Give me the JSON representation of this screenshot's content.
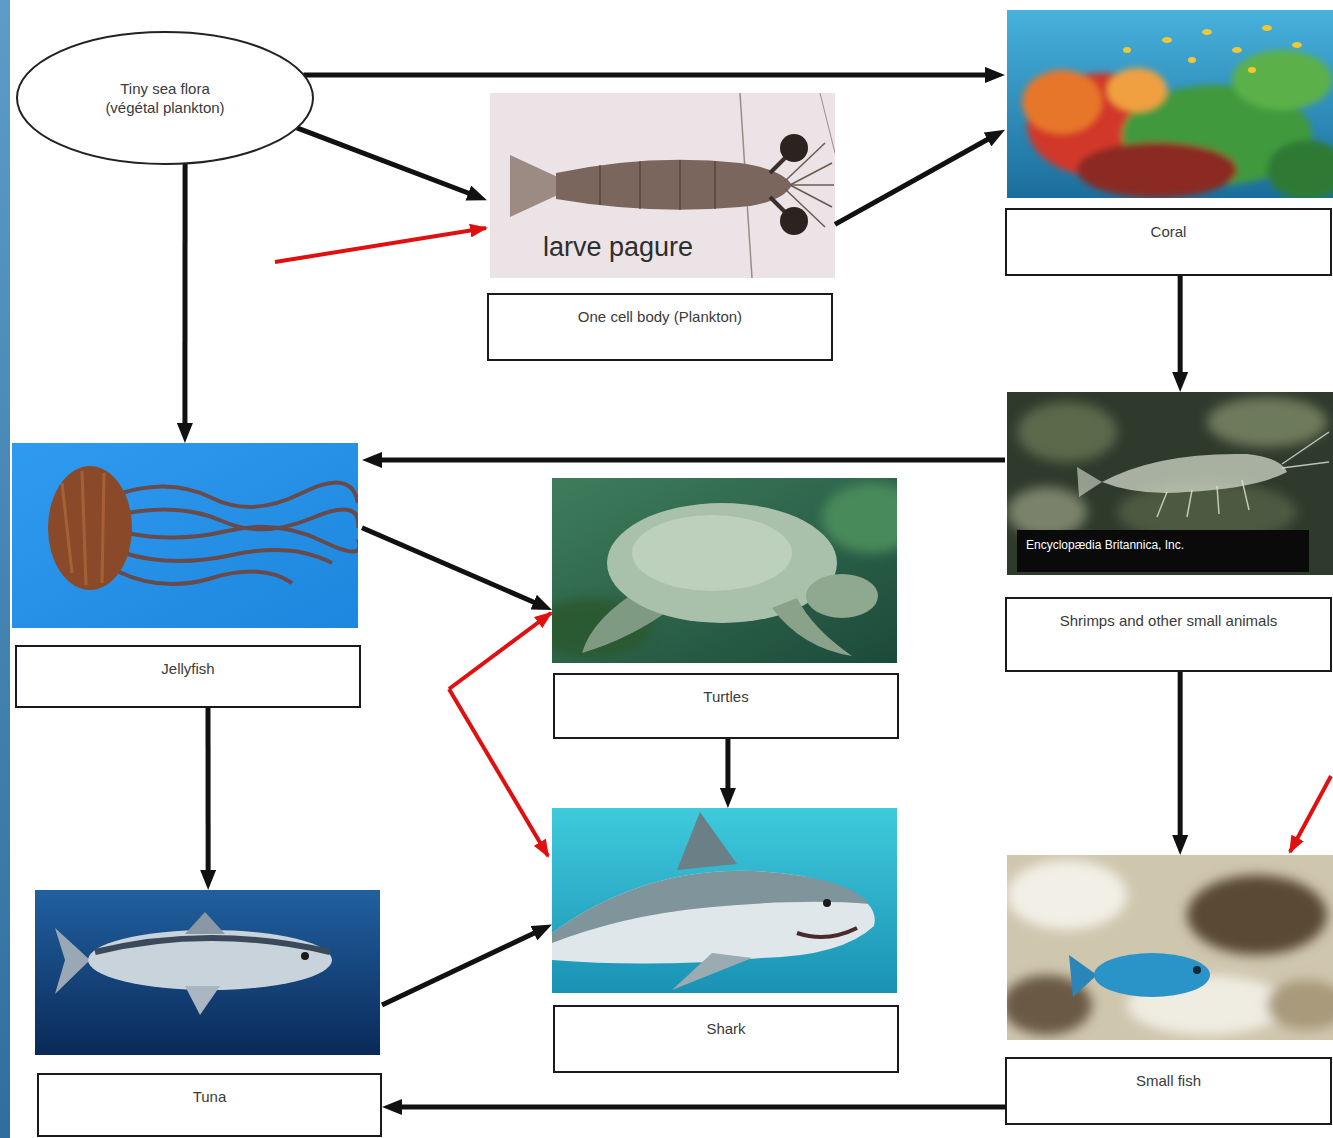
{
  "diagram": {
    "nodes": [
      {
        "text": [
          "Tiny sea flora (végétal plankton)"
        ]
      },
      {
        "text": [
          "One cell body (Plankton)"
        ]
      },
      {
        "text": [
          "Coral"
        ]
      },
      {
        "text": [
          "Shrimps and other small animals"
        ]
      },
      {
        "text": [
          "Jellyfish"
        ]
      },
      {
        "text": [
          "Turtles"
        ]
      },
      {
        "text": [
          "Shark"
        ]
      },
      {
        "text": [
          "Small fish"
        ]
      },
      {
        "text": [
          "Tuna"
        ]
      }
    ],
    "edges": [
      {
        "from": 0,
        "to": 2,
        "arrow": "to"
      },
      {
        "from": 0,
        "to": 1,
        "arrow": "to"
      },
      {
        "from": 0,
        "to": 4,
        "arrow": "to"
      },
      {
        "from": 1,
        "to": 2,
        "arrow": "to"
      },
      {
        "from": 2,
        "to": 3,
        "arrow": "to"
      },
      {
        "from": 3,
        "to": 4,
        "arrow": "to"
      },
      {
        "from": 4,
        "to": 5,
        "arrow": "to"
      },
      {
        "from": 4,
        "to": 8,
        "arrow": "to"
      },
      {
        "from": 5,
        "to": 6,
        "arrow": "to"
      },
      {
        "from": 8,
        "to": 6,
        "arrow": "to"
      },
      {
        "from": 3,
        "to": 7,
        "arrow": "to"
      },
      {
        "from": 7,
        "to": 8,
        "arrow": "to"
      }
    ],
    "labels": [
      "larve pagure",
      "Encyclopædia Britannica, Inc."
    ]
  }
}
